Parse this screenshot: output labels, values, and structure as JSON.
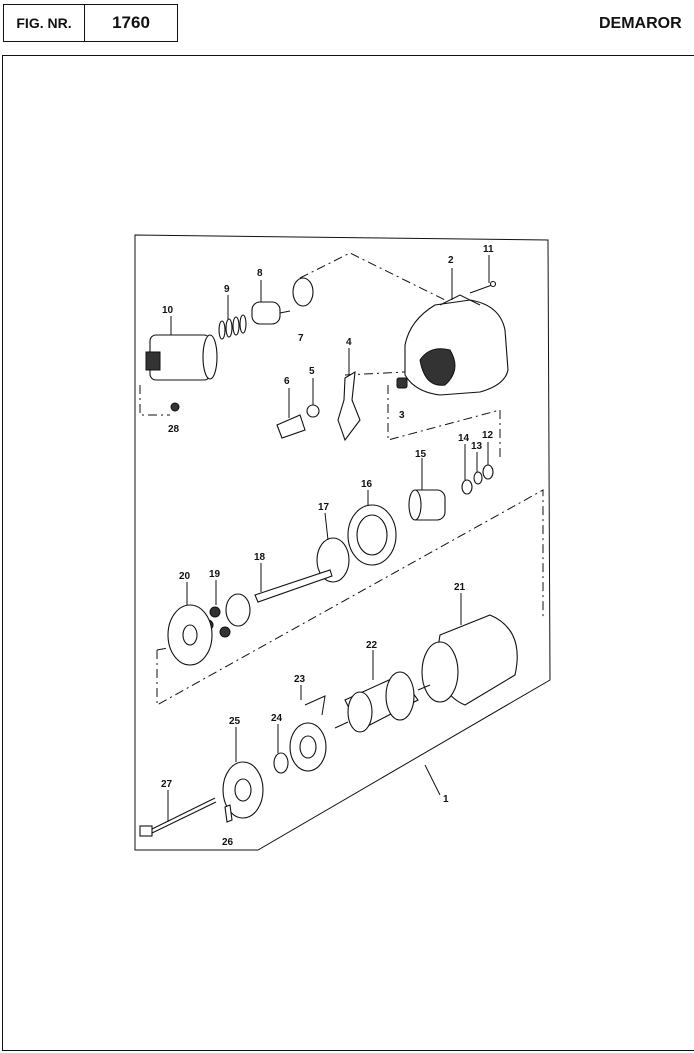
{
  "header": {
    "fig_label": "FIG. NR.",
    "fig_number": "1760",
    "title": "DEMAROR"
  },
  "callouts": [
    "1",
    "2",
    "3",
    "4",
    "5",
    "6",
    "7",
    "8",
    "9",
    "10",
    "11",
    "12",
    "13",
    "14",
    "15",
    "16",
    "17",
    "18",
    "19",
    "20",
    "21",
    "22",
    "23",
    "24",
    "25",
    "26",
    "27",
    "28"
  ]
}
